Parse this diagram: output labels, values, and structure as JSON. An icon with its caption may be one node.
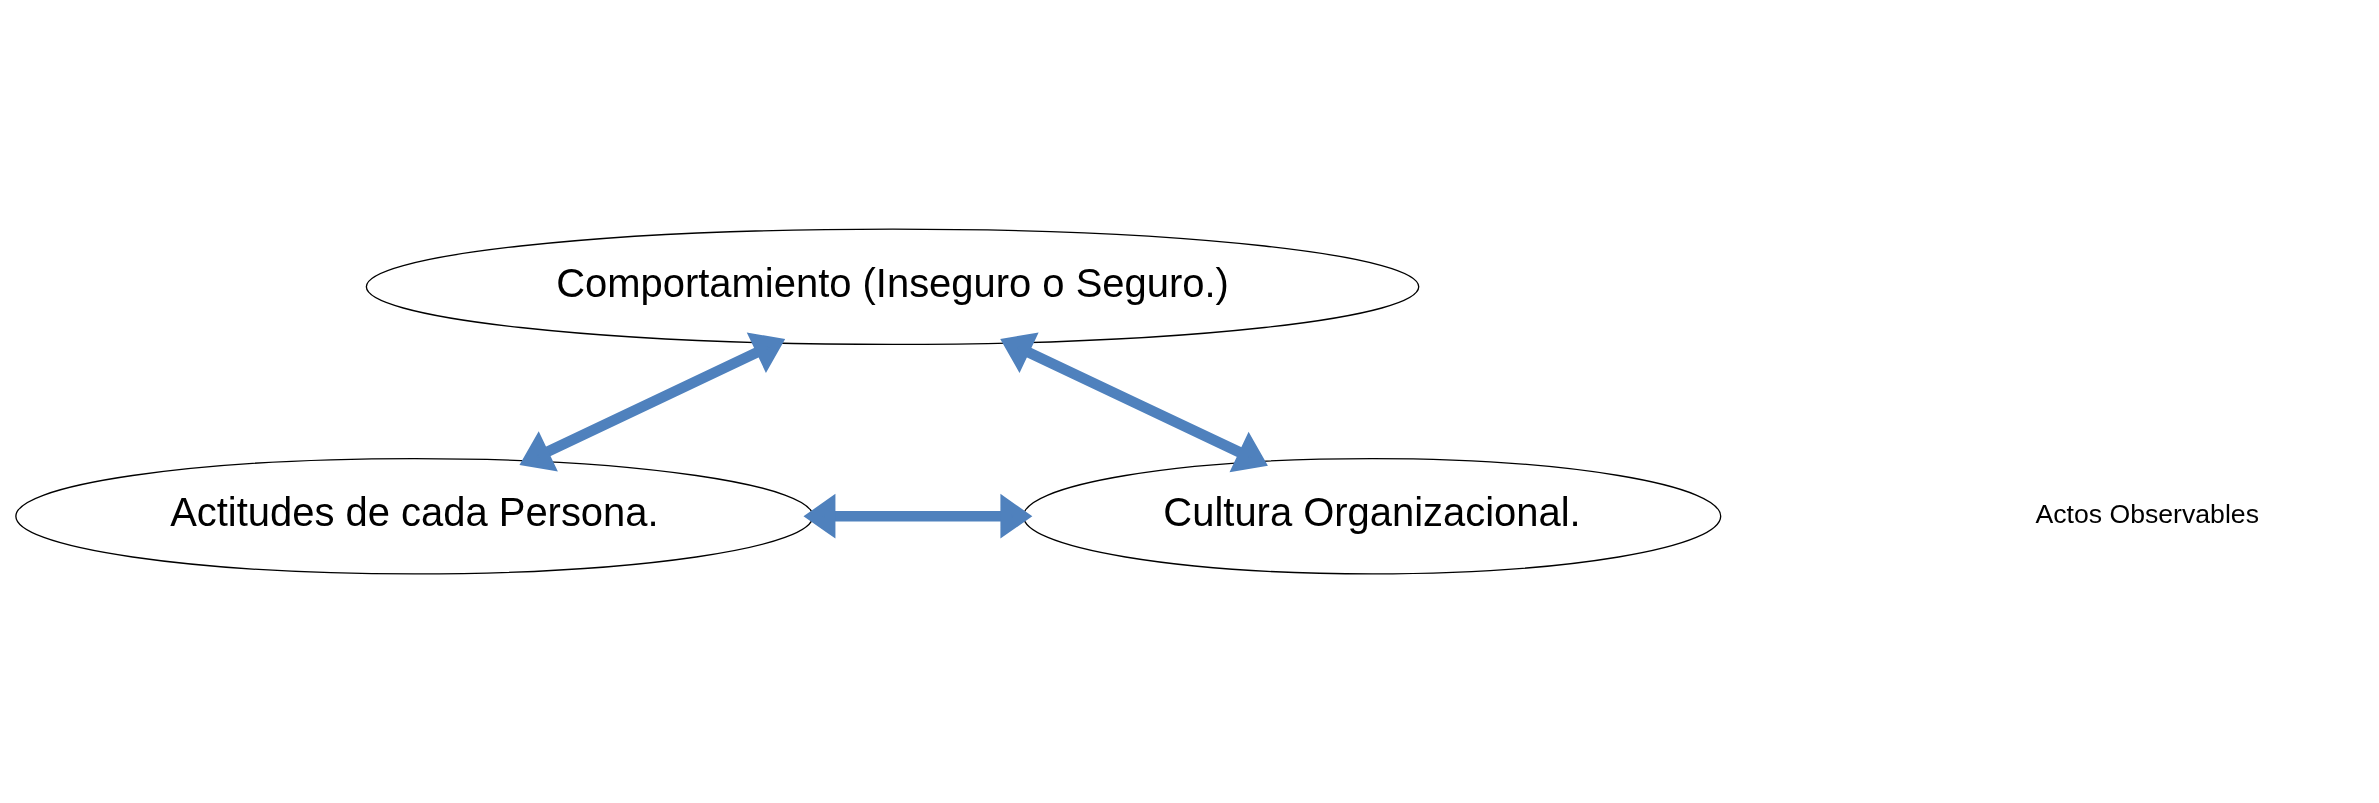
{
  "diagram": {
    "nodes": [
      {
        "text": [
          "Comportamiento (Inseguro o Seguro.)"
        ]
      },
      {
        "text": [
          "Actitudes de cada Persona."
        ]
      },
      {
        "text": [
          "Cultura Organizacional."
        ]
      }
    ],
    "edges": [
      {
        "from": 0,
        "to": 1,
        "arrow": "both"
      },
      {
        "from": 0,
        "to": 2,
        "arrow": "both"
      },
      {
        "from": 1,
        "to": 2,
        "arrow": "both"
      }
    ],
    "labels": [
      "Actos Observables"
    ]
  }
}
